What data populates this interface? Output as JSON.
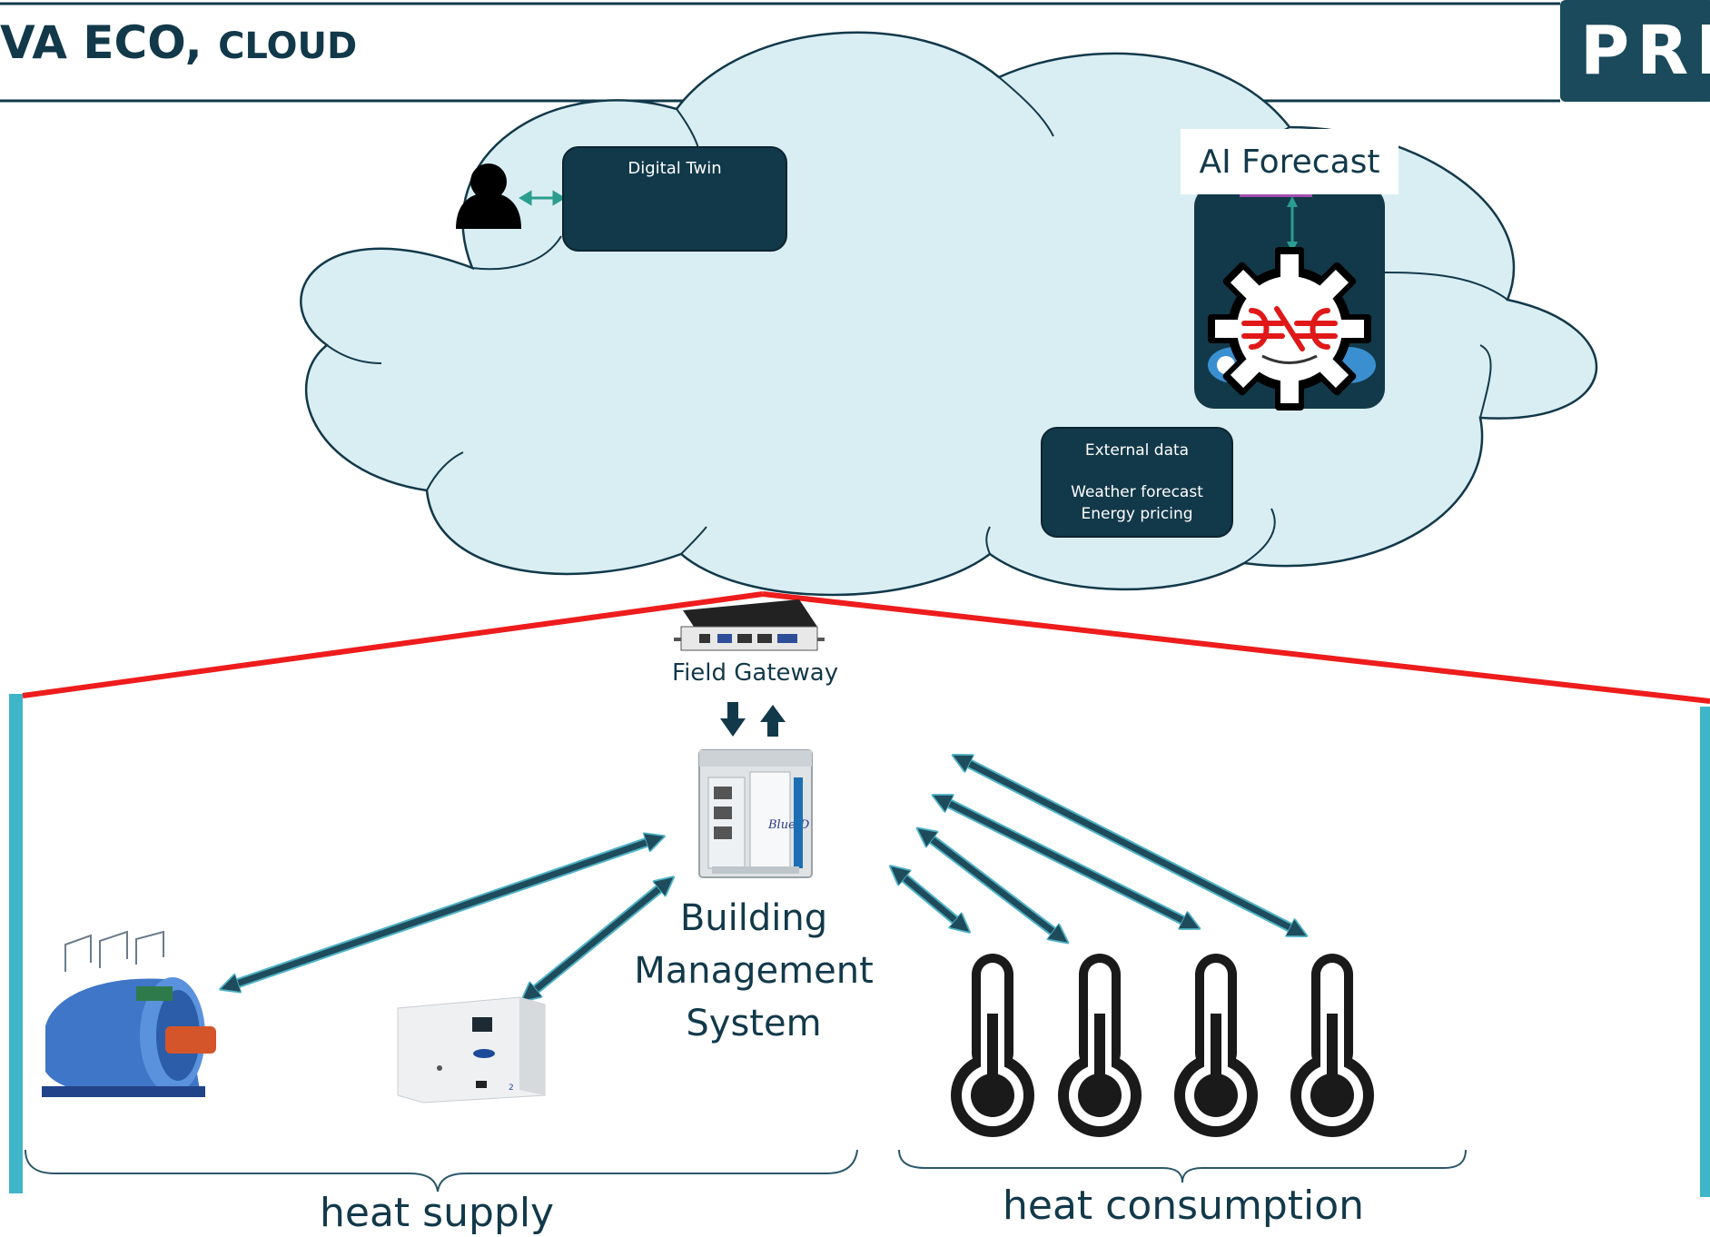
{
  "header": {
    "title_main": "VA ECO,",
    "title_sub": "CLOUD",
    "badge_text": "PRI"
  },
  "cloud": {
    "digital_twin": {
      "label": "Digital Twin"
    },
    "ai_forecast": {
      "label": "AI Forecast"
    },
    "external_data": {
      "title": "External data",
      "items": [
        "Weather forecast",
        "Energy pricing"
      ]
    }
  },
  "field_gateway": {
    "label": "Field Gateway"
  },
  "bms": {
    "lines": [
      "Building",
      "Management",
      "System"
    ]
  },
  "groups": {
    "supply_label": "heat supply",
    "consumption_label": "heat consumption"
  },
  "colors": {
    "dark_teal": "#12394a",
    "cloud_fill": "#d9eef3",
    "arrow_teal": "#1f4c5c",
    "arrow_outline": "#4fb3c6",
    "red_line": "#ee1c1c",
    "side_bar": "#3fb5c8"
  }
}
